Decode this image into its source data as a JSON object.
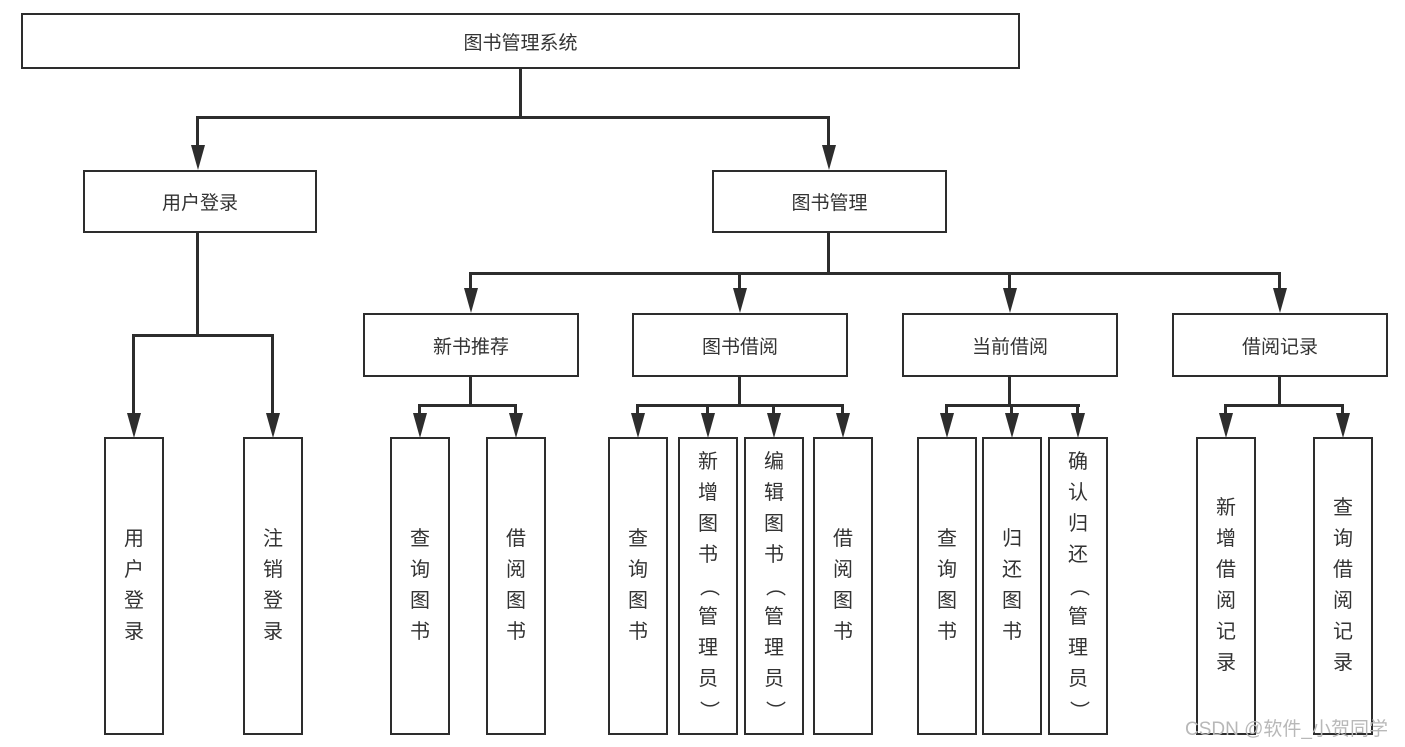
{
  "tree": {
    "root": {
      "label": "图书管理系统"
    },
    "branches": [
      {
        "label": "用户登录",
        "children": [
          {
            "label": "用户登录"
          },
          {
            "label": "注销登录"
          }
        ]
      },
      {
        "label": "图书管理",
        "sections": [
          {
            "label": "新书推荐",
            "children": [
              {
                "label": "查询图书"
              },
              {
                "label": "借阅图书"
              }
            ]
          },
          {
            "label": "图书借阅",
            "children": [
              {
                "label": "查询图书"
              },
              {
                "label": "新增图书（管理员）"
              },
              {
                "label": "编辑图书（管理员）"
              },
              {
                "label": "借阅图书"
              }
            ]
          },
          {
            "label": "当前借阅",
            "children": [
              {
                "label": "查询图书"
              },
              {
                "label": "归还图书"
              },
              {
                "label": "确认归还（管理员）"
              }
            ]
          },
          {
            "label": "借阅记录",
            "children": [
              {
                "label": "新增借阅记录"
              },
              {
                "label": "查询借阅记录"
              }
            ]
          }
        ]
      }
    ]
  },
  "watermark": {
    "text": "CSDN @软件_小贺同学"
  },
  "colors": {
    "line": "#2d2d2d",
    "text": "#333333",
    "watermark": "#b8b8b8",
    "background": "#ffffff"
  }
}
